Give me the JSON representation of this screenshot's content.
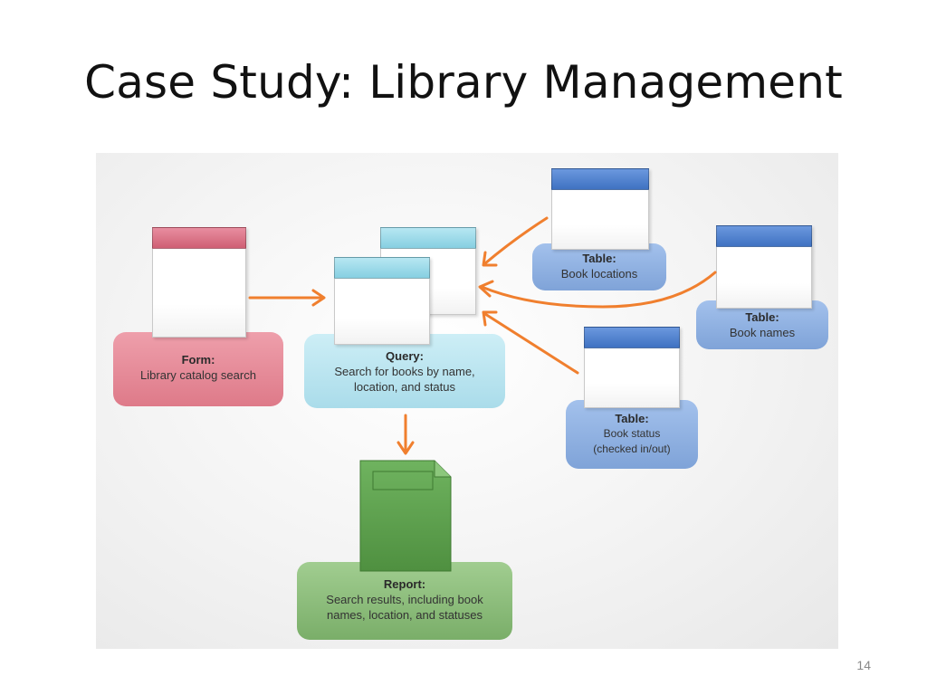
{
  "slide": {
    "title": "Case Study: Library Management",
    "page_number": "14"
  },
  "diagram": {
    "form": {
      "title": "Form:",
      "desc": "Library catalog search"
    },
    "query": {
      "title": "Query:",
      "desc": "Search for books by name,\nlocation, and status"
    },
    "table_locations": {
      "title": "Table:",
      "desc": "Book locations"
    },
    "table_names": {
      "title": "Table:",
      "desc": "Book names"
    },
    "table_status": {
      "title": "Table:",
      "desc": "Book status\n(checked in/out)"
    },
    "report": {
      "title": "Report:",
      "desc": "Search results, including book\nnames, location, and statuses"
    }
  },
  "colors": {
    "arrow": "#f07f2e",
    "form_header": "#d4677b",
    "query_header": "#8fd3e3",
    "table_header": "#4a7fd0",
    "report_doc": "#5d9f4e"
  }
}
